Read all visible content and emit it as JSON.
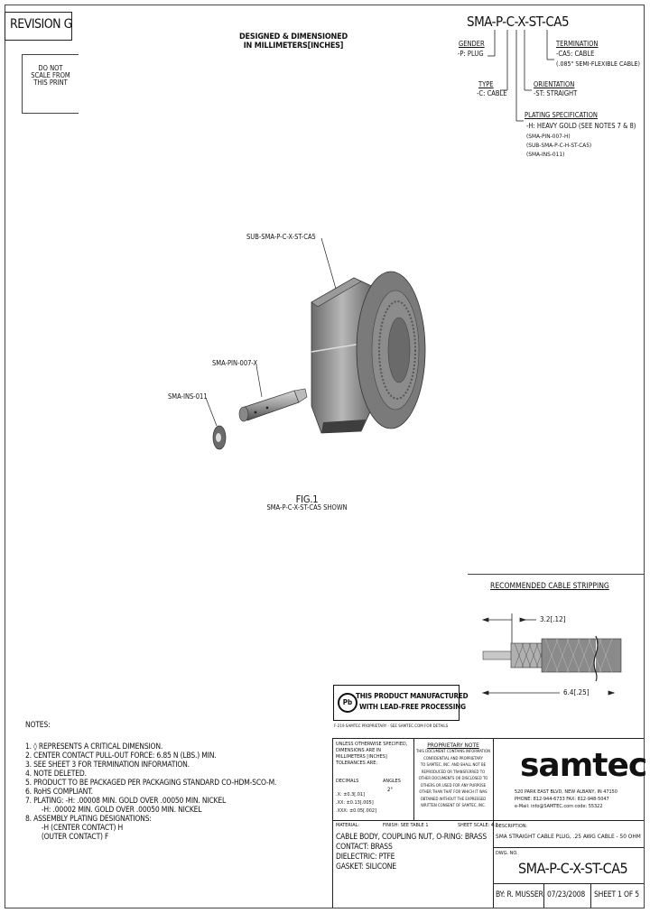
{
  "revision_box": {
    "label": "REVISION G"
  },
  "scale_note": {
    "lines": [
      "DO NOT",
      "SCALE FROM",
      "THIS PRINT"
    ]
  },
  "header_note": {
    "line1": "DESIGNED & DIMENSIONED",
    "line2": "IN MILLIMETERS[INCHES]"
  },
  "part_code": {
    "title": "SMA-P-C-X-ST-CA5",
    "gender": [
      "GENDER",
      "-P: PLUG"
    ],
    "termination": [
      "TERMINATION",
      "-CA5: CABLE",
      "(.085\" SEMI-FLEXIBLE CABLE)"
    ],
    "type": [
      "TYPE",
      "-C: CABLE"
    ],
    "orientation": [
      "ORIENTATION",
      "-ST: STRAIGHT"
    ],
    "plating": [
      "PLATING SPECIFICATION",
      "-H: HEAVY GOLD (SEE NOTES 7 & 8)",
      "(SMA-PIN-007-H)",
      "(SUB-SMA-P-C-H-ST-CA5)",
      "(SMA-INS-011)"
    ]
  },
  "callouts": {
    "sub_assembly": "SUB-SMA-P-C-X-ST-CA5",
    "pin": "SMA-PIN-007-X",
    "insulator": "SMA-INS-011"
  },
  "figure": {
    "title": "FIG.1",
    "caption": "SMA-P-C-X-ST-CA5 SHOWN"
  },
  "stripping": {
    "title": "RECOMMENDED CABLE STRIPPING",
    "dim1": "3.2[.12]",
    "dim2": "6.4[.25]"
  },
  "lead_free": {
    "line1": "THIS PRODUCT MANUFACTURED",
    "line2": "WITH LEAD-FREE PROCESSING",
    "fine": "F-219 SAMTEC PROPRIETARY - SEE SAMTEC.COM FOR DETAILS"
  },
  "notes": {
    "title": "NOTES:",
    "items": [
      "1. ◊ REPRESENTS A CRITICAL DIMENSION.",
      "2. CENTER CONTACT PULL-OUT FORCE: 6.85 N (LBS.) MIN.",
      "3. SEE SHEET 3 FOR TERMINATION INFORMATION.",
      "4. NOTE DELETED.",
      "5. PRODUCT TO BE PACKAGED PER PACKAGING STANDARD CO-HDM-SCO-M.",
      "6. RoHS COMPLIANT.",
      "7. PLATING: -H: .00008 MIN. GOLD OVER .00050 MIN. NICKEL",
      "        -H: .00002 MIN. GOLD OVER .00050 MIN. NICKEL",
      "8. ASSEMBLY PLATING DESIGNATIONS:",
      "        -H (CENTER CONTACT) H",
      "        (OUTER CONTACT) F"
    ]
  },
  "title_block": {
    "spec_lines": [
      "UNLESS OTHERWISE SPECIFIED,",
      "DIMENSIONS ARE IN",
      "MILLIMETERS [INCHES]",
      "TOLERANCES ARE:"
    ],
    "decimal_label": "DECIMALS",
    "angles_label": "ANGLES",
    "angles_value": "2°",
    "tolerances": [
      ".X: ±0.3[.01]",
      ".XX: ±0.13[.005]",
      ".XXX: ±0.05[.002]"
    ],
    "proprietary_title": "PROPRIETARY NOTE",
    "proprietary_lines": [
      "THIS DOCUMENT CONTAINS INFORMATION",
      "CONFIDENTIAL AND PROPRIETARY",
      "TO SAMTEC, INC. AND SHALL NOT BE",
      "REPRODUCED OR TRANSFERRED TO",
      "OTHER DOCUMENTS OR DISCLOSED TO",
      "OTHERS OR USED FOR ANY PURPOSE",
      "OTHER THAN THAT FOR WHICH IT WAS",
      "OBTAINED WITHOUT THE EXPRESSED",
      "WRITTEN CONSENT OF SAMTEC, INC."
    ],
    "logo": "samtec",
    "company_lines": [
      "520 PARK EAST BLVD, NEW ALBANY, IN 47150",
      "PHONE: 812-944-6733  FAX: 812-948-5047",
      "e-Mail: info@SAMTEC.com  code: 55322"
    ],
    "material_label": "MATERIAL:",
    "finish_label": "FINISH: SEE TABLE 1",
    "sheet_scale": "SHEET SCALE: 4:1",
    "materials": [
      "CABLE BODY, COUPLING NUT, O-RING: BRASS",
      "CONTACT: BRASS",
      "DIELECTRIC: PTFE",
      "GASKET: SILICONE"
    ],
    "description_label": "DESCRIPTION:",
    "description": "SMA STRAIGHT CABLE PLUG, .25 AWG CABLE - 50 OHM",
    "dwg_label": "DWG. NO.",
    "dwg_no": "SMA-P-C-X-ST-CA5",
    "by": "BY: R. MUSSER",
    "date": "07/23/2008",
    "sheet": "SHEET 1 OF 5"
  }
}
